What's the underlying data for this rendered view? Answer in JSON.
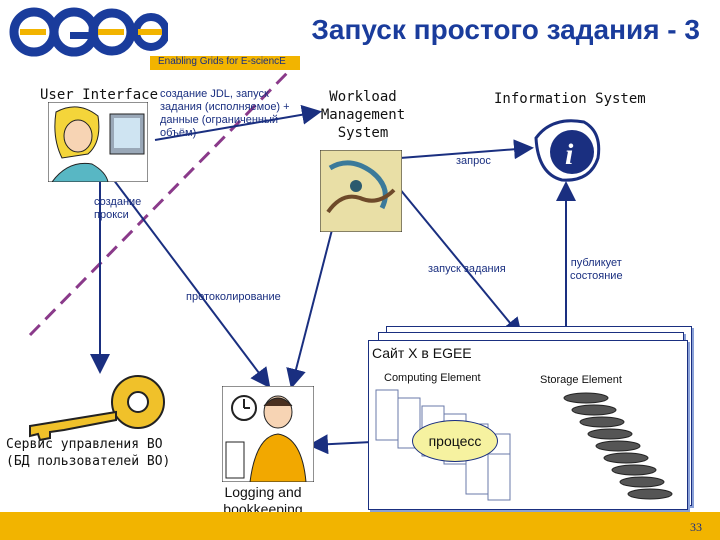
{
  "header": {
    "title": "Запуск простого задания - 3",
    "tagline": "Enabling Grids for E-sciencE",
    "logo_text": "egee"
  },
  "labels": {
    "user_interface": "User Interface",
    "jdl_submission": [
      "создание JDL, запуск",
      "задания (исполняемое) +",
      "данные (ограниченный",
      "объём)"
    ],
    "wms": [
      "Workload",
      "Management",
      "System"
    ],
    "info_system": "Information System",
    "query": "запрос",
    "proxy_creation": [
      "создание",
      "прокси"
    ],
    "job_launch": "запуск задания",
    "publishes_state": [
      "публикует",
      "состояние"
    ],
    "logging": "протоколирование",
    "site_title": "Сайт X в EGEE",
    "computing_element": "Computing Element",
    "storage_element": "Storage Element",
    "process": "процесс",
    "vo_service": [
      "Сервис управления ВО",
      "(БД пользователей ВО)"
    ],
    "lb": [
      "Logging and",
      "bookkeeping"
    ]
  },
  "footer": {
    "page_number": "33"
  },
  "colors": {
    "brand_blue": "#1a3c9c",
    "yellow": "#f2b400",
    "arrow": "#1a2f80",
    "dashed": "#8a3a8a"
  }
}
